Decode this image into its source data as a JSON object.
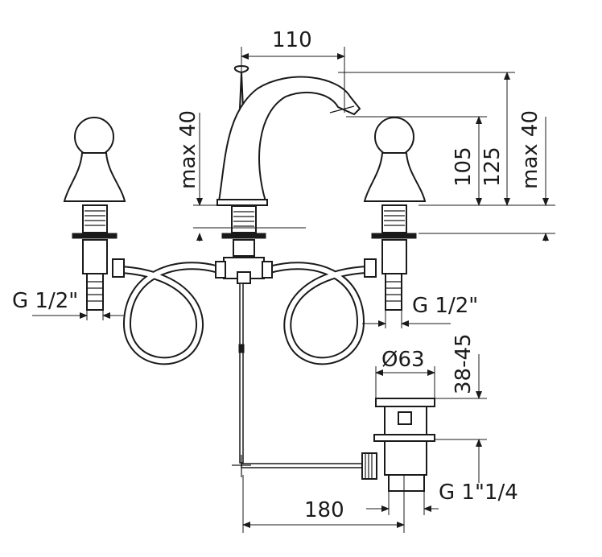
{
  "dimensions": {
    "spout_reach": "110",
    "left_max_height": "max 40",
    "spout_height_105": "105",
    "spout_height_125": "125",
    "right_max_height": "max 40",
    "left_thread": "G 1/2\"",
    "right_thread": "G 1/2\"",
    "drain_diameter": "Ø63",
    "drain_range": "38-45",
    "pull_rod_length": "180",
    "drain_thread": "G 1\"1/4"
  }
}
